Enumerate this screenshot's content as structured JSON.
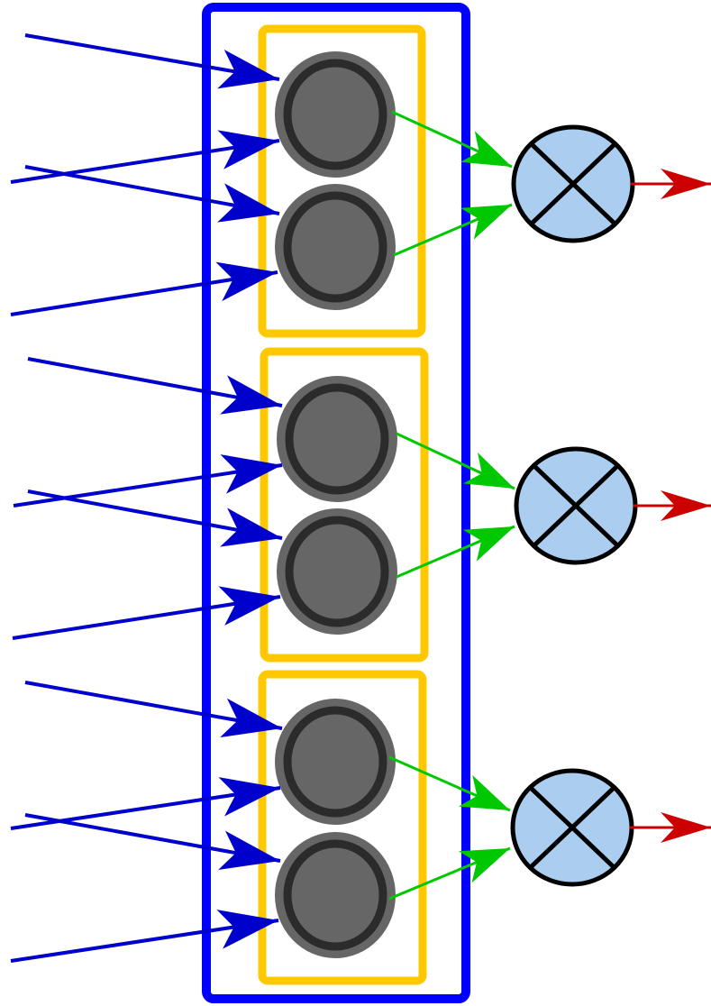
{
  "diagram": {
    "colors": {
      "outer_box": "#0000ff",
      "group_box": "#ffc800",
      "neuron_outer": "#666666",
      "neuron_ring": "#2b2b2b",
      "input_arrows": "#0000cc",
      "neuron_to_product_arrows": "#00c800",
      "output_arrows": "#cc0000",
      "product_node_fill": "#abcdef",
      "product_node_stroke": "#000000"
    },
    "groups": [
      {
        "neurons": 2,
        "product_node_icon": "multiply-cross"
      },
      {
        "neurons": 2,
        "product_node_icon": "multiply-cross"
      },
      {
        "neurons": 2,
        "product_node_icon": "multiply-cross"
      }
    ]
  }
}
